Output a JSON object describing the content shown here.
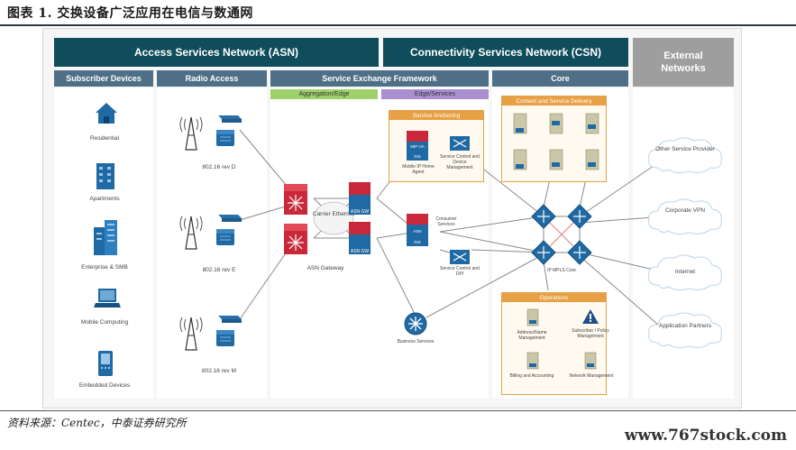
{
  "title": "图表 1. 交换设备广泛应用在电信与数通网",
  "source": "资料来源：Centec，中泰证券研究所",
  "watermark": "www.767stock.com",
  "diagram": {
    "headers": {
      "asn": "Access Services Network (ASN)",
      "csn": "Connectivity Services Network (CSN)",
      "external": "External Networks"
    },
    "sub_headers": {
      "subscriber": "Subscriber Devices",
      "radio": "Radio Access",
      "sef": "Service Exchange Framework",
      "core": "Core"
    },
    "tags": {
      "aggregation": "Aggregation/Edge",
      "edge_services": "Edge/Services"
    },
    "subscriber_devices": [
      "Residential",
      "Apartments",
      "Enterprise & SMB",
      "Mobile Computing",
      "Embedded Devices"
    ],
    "radio_labels": [
      "802.16 rev D",
      "802.16 rev E",
      "802.16 rev M"
    ],
    "sef_labels": {
      "carrier_ethernet": "Carrier Ethernet",
      "asn_gateway": "ASN Gateway",
      "asn_gw": "ASN GW",
      "service_anchoring": "Service Anchoring",
      "mobile_ip": "Mobile IP Home Agent",
      "service_control": "Service Control and Device Management",
      "consumer_services": "Consumer Services",
      "service_control_dpi": "Service Control and DPI",
      "business_services": "Business Services",
      "mip_ha": "MIP HA",
      "ins": "INS",
      "asn": "ASN"
    },
    "core_labels": {
      "content_delivery": "Content and Service Delivery",
      "mpls_core": "IP MPLS Core",
      "operations": "Operations",
      "aaa": "Address/Name Management",
      "subscriber_policy": "Subscriber / Policy Management",
      "billing": "Billing and Accounting",
      "network_mgmt": "Network Management"
    },
    "external_networks": [
      "Other Service Provider",
      "Corporate VPN",
      "Internet",
      "Application Partners"
    ]
  },
  "colors": {
    "header_dark": "#0f4c5c",
    "sub_header": "#4f6f86",
    "external_header": "#9e9e9e",
    "aggregation_tag": "#9fd16a",
    "edge_tag": "#a98fd0",
    "operations_orange": "#e8a044",
    "router_blue": "#1f6aa5",
    "gateway_red": "#c8283a"
  }
}
